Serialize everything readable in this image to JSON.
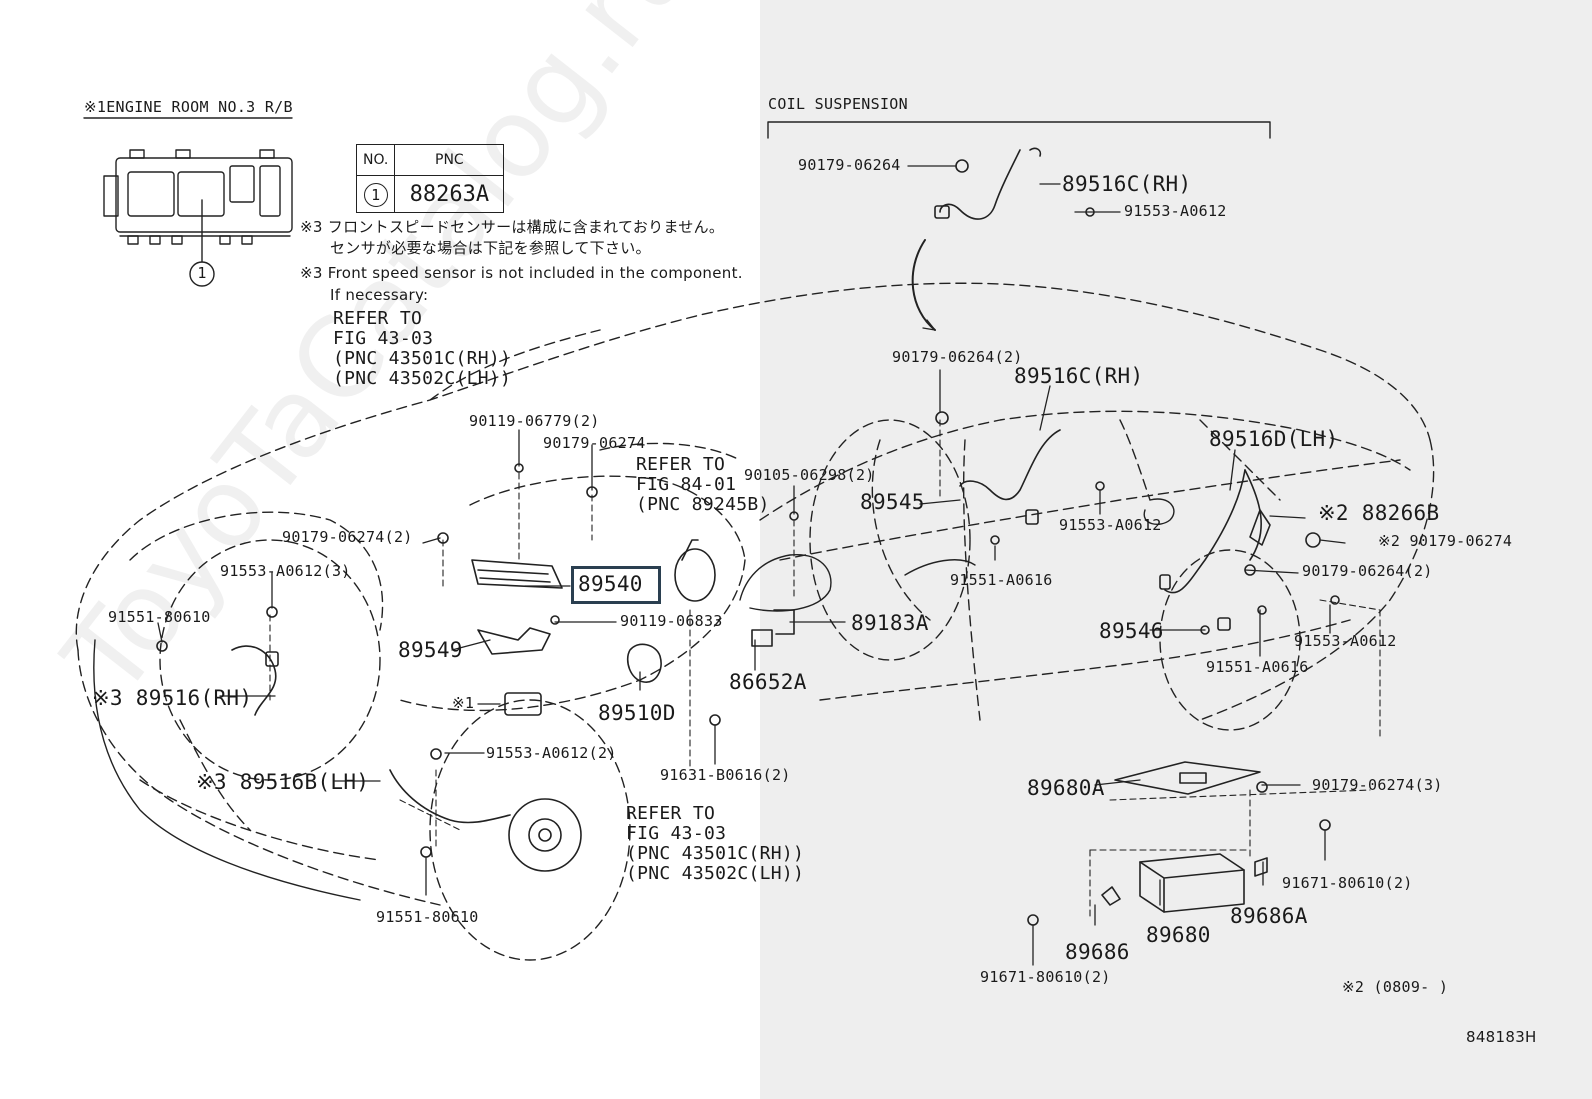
{
  "watermark": "ToyoTaCatalog.ru",
  "header": {
    "engine_room_title": "※1ENGINE ROOM NO.3 R/B",
    "coil_suspension_title": "COIL SUSPENSION"
  },
  "pnc_table": {
    "col_no": "NO.",
    "col_pnc": "PNC",
    "row_no": "1",
    "row_pnc": "88263A"
  },
  "relay_box_callout": "1",
  "notes": {
    "jp_line1": "※3 フロントスピードセンサーは構成に含まれておりません。",
    "jp_line2": "センサが必要な場合は下記を参照して下さい。",
    "en_line1": "※3 Front speed sensor is not included in the component.",
    "en_line2": "If necessary:",
    "en_line3": "REFER TO",
    "en_line4": "FIG 43-03",
    "en_line5": "(PNC 43501C(RH))",
    "en_line6": "(PNC 43502C(LH))"
  },
  "refer_84": [
    "REFER TO",
    "FIG 84-01",
    "(PNC 89245B)"
  ],
  "refer_43": [
    "REFER TO",
    "FIG 43-03",
    "(PNC 43501C(RH))",
    "(PNC 43502C(LH))"
  ],
  "labels": {
    "p90179_06264": "90179-06264",
    "p89516c_rh_top": "89516C(RH)",
    "p91553_a0612_top": "91553-A0612",
    "p90179_06264_2": "90179-06264(2)",
    "p89516c_rh_mid": "89516C(RH)",
    "p90119_06779_2": "90119-06779(2)",
    "p90179_06274": "90179-06274",
    "p90105_06298_2": "90105-06298(2)",
    "p89545": "89545",
    "p91553_a0612_mid": "91553-A0612",
    "p89516d_lh": "89516D(LH)",
    "p88266b": "※2 88266B",
    "p90179_06274_x2": "※2 90179-06274",
    "p90179_06264_2b": "90179-06264(2)",
    "p90179_06274_2": "90179-06274(2)",
    "p91553_a0612_3": "91553-A0612(3)",
    "p89540": "89540",
    "p91551_80610_top": "91551-80610",
    "p90119_06833": "90119-06833",
    "p89549": "89549",
    "p89183a": "89183A",
    "p91551_a0616_mid": "91551-A0616",
    "p89546": "89546",
    "p91553_a0612_right": "91553-A0612",
    "p91551_a0616_right": "91551-A0616",
    "p89516_rh": "※3 89516(RH)",
    "p86652a": "86652A",
    "p_x1": "※1",
    "p89510d": "89510D",
    "p91553_a0612_2": "91553-A0612(2)",
    "p89516b_lh": "※3 89516B(LH)",
    "p91631_b0616_2": "91631-B0616(2)",
    "p89680a": "89680A",
    "p90179_06274_3": "90179-06274(3)",
    "p91671_80610_2r": "91671-80610(2)",
    "p91551_80610_bottom": "91551-80610",
    "p89680": "89680",
    "p89686": "89686",
    "p89686a": "89686A",
    "p91671_80610_2b": "91671-80610(2)",
    "p_x2_date": "※2 (0809-      )",
    "p_fig_no": "848183H"
  }
}
